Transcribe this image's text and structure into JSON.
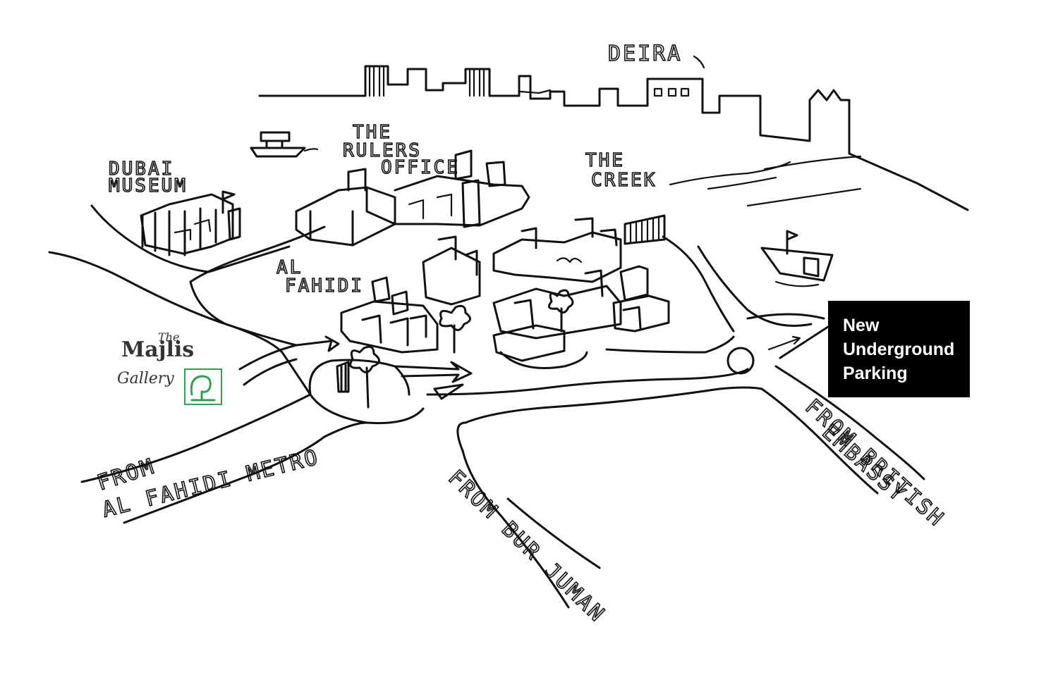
{
  "labels": {
    "deira": "DEIRA",
    "rulers_office_1": "THE",
    "rulers_office_2": "RULERS",
    "rulers_office_3": "OFFICE",
    "dubai_museum_1": "DUBAI",
    "dubai_museum_2": "MUSEUM",
    "creek_1": "THE",
    "creek_2": "CREEK",
    "al_fahidi_1": "AL",
    "al_fahidi_2": "FAHIDI",
    "metro_1": "FROM",
    "metro_2": "AL FAHIDI METRO",
    "bur_juman": "FROM BUR JUMAN",
    "embassy_1": "FROM BRITISH",
    "embassy_2": "EMBASSY"
  },
  "logo": {
    "the": "The",
    "majlis": "Majlis",
    "gallery": "Gallery",
    "color": "#3a9a5a"
  },
  "parking": {
    "line1": "New",
    "line2": "Underground",
    "line3": "Parking"
  }
}
